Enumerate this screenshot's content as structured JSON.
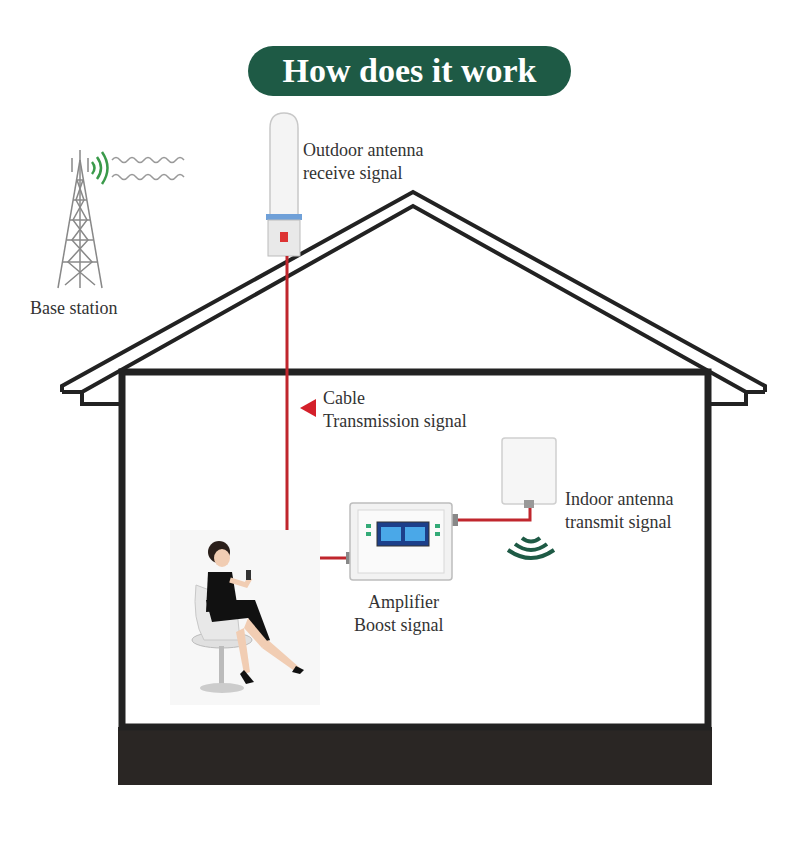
{
  "diagram": {
    "title": "How does it work",
    "labels": [
      "Outdoor antenna",
      "receive signal",
      "Base station",
      "Cable",
      "Transmission signal",
      "Amplifier",
      "Boost signal",
      "Indoor antenna",
      "transmit signal"
    ]
  }
}
